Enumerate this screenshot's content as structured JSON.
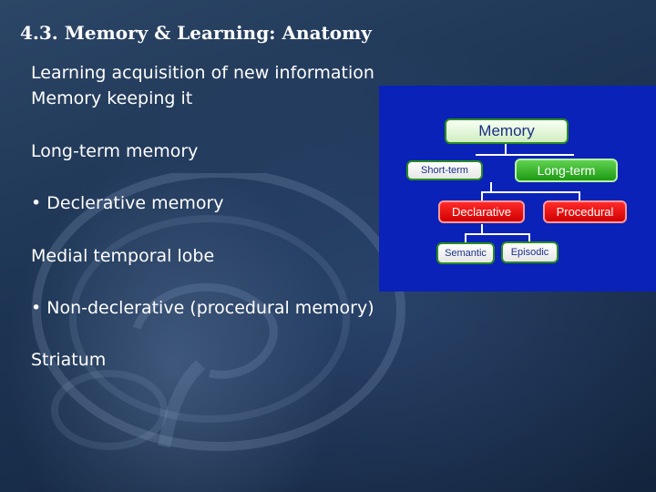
{
  "slide": {
    "title": "4.3. Memory & Learning: Anatomy",
    "lines": [
      "Learning acquisition of new information",
      "Memory keeping it",
      "Long-term memory",
      "• Declerative memory",
      "Medial temporal lobe",
      "• Non-declerative (procedural memory)",
      "Striatum"
    ]
  },
  "diagram": {
    "memory": "Memory",
    "short_term": "Short-term",
    "long_term": "Long-term",
    "declarative": "Declarative",
    "procedural": "Procedural",
    "semantic": "Semantic",
    "episodic": "Episodic"
  },
  "colors": {
    "diagram_background": "#0a22b8",
    "node_red": "#e00000",
    "node_green": "#2aa81e",
    "text_blue": "#1a2f85"
  }
}
